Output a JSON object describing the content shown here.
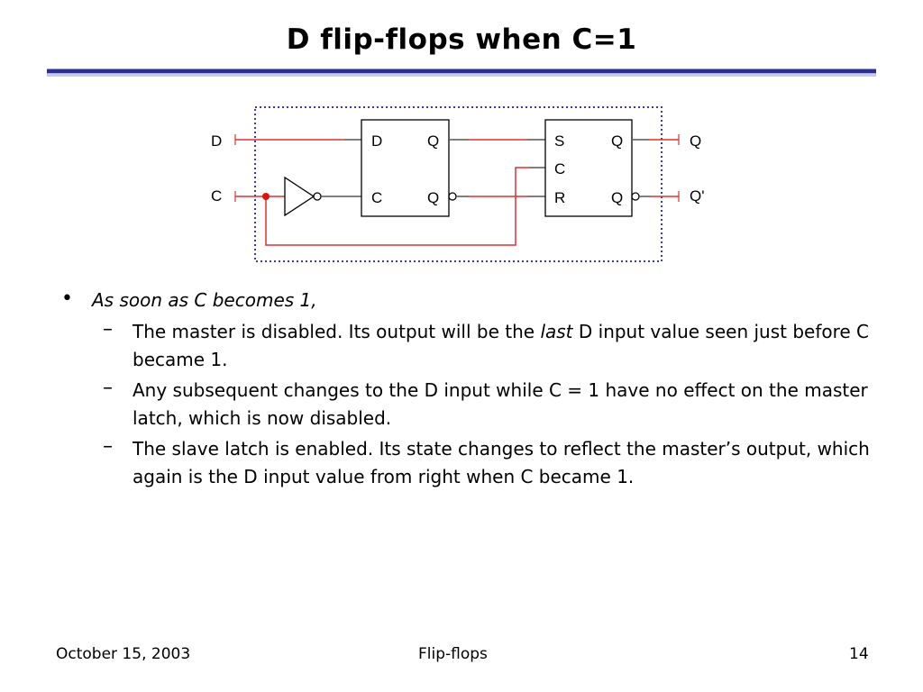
{
  "slide": {
    "title": "D flip-flops when C=1",
    "footer_date": "October 15, 2003",
    "footer_topic": "Flip-flops",
    "page_number": "14"
  },
  "diagram": {
    "input_d": "D",
    "input_c": "C",
    "output_q": "Q",
    "output_q_bar": "Q'",
    "master": {
      "d": "D",
      "c": "C",
      "q": "Q",
      "q_bar": "Q"
    },
    "slave": {
      "s": "S",
      "c": "C",
      "r": "R",
      "q": "Q",
      "q_bar": "Q"
    },
    "colors": {
      "wire": "#e03030",
      "frame": "#3a3aa8",
      "dot": "#e01010"
    }
  },
  "bullets": {
    "main": "As soon as C becomes 1,",
    "sub1_a": "The master is disabled. Its output will be the ",
    "sub1_em": "last",
    "sub1_b": " D input value seen just before C became 1.",
    "sub2": "Any subsequent changes to the D input while C = 1 have no effect on the master latch, which is now disabled.",
    "sub3": "The slave latch is enabled. Its state changes to reflect the master’s output, which again is the D input value from right when C became 1."
  }
}
